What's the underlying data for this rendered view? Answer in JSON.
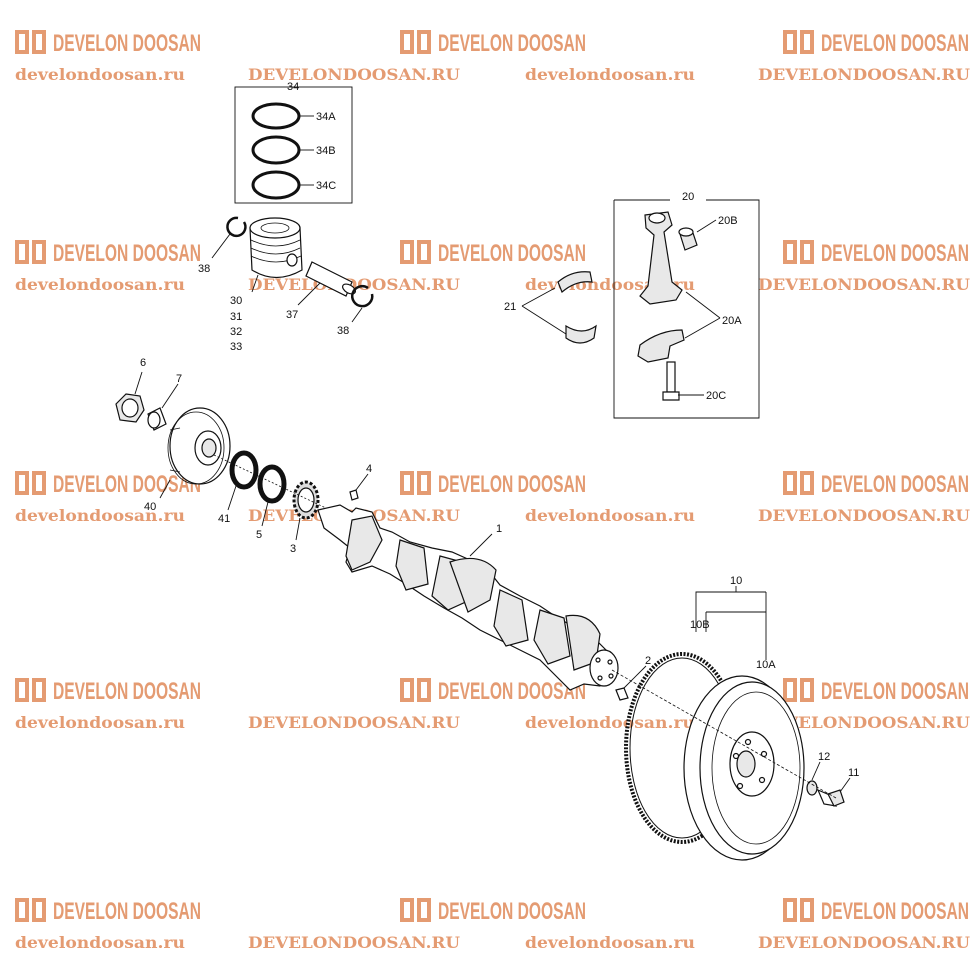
{
  "colors": {
    "watermark": "#e08a5a",
    "ink": "#111111"
  },
  "watermark": {
    "brand": "DEVELON DOOSAN",
    "url_lower": "develondoosan.ru",
    "url_upper": "DEVELONDOOSAN.RU"
  },
  "parts": {
    "p1": "1",
    "p2": "2",
    "p3": "3",
    "p4": "4",
    "p5": "5",
    "p6": "6",
    "p7": "7",
    "p10": "10",
    "p10A": "10A",
    "p10B": "10B",
    "p11": "11",
    "p12": "12",
    "p20": "20",
    "p20A": "20A",
    "p20B": "20B",
    "p20C": "20C",
    "p21": "21",
    "p30": "30",
    "p31": "31",
    "p32": "32",
    "p33": "33",
    "p34": "34",
    "p34A": "34A",
    "p34B": "34B",
    "p34C": "34C",
    "p37": "37",
    "p38a": "38",
    "p38b": "38",
    "p40": "40",
    "p41": "41"
  }
}
